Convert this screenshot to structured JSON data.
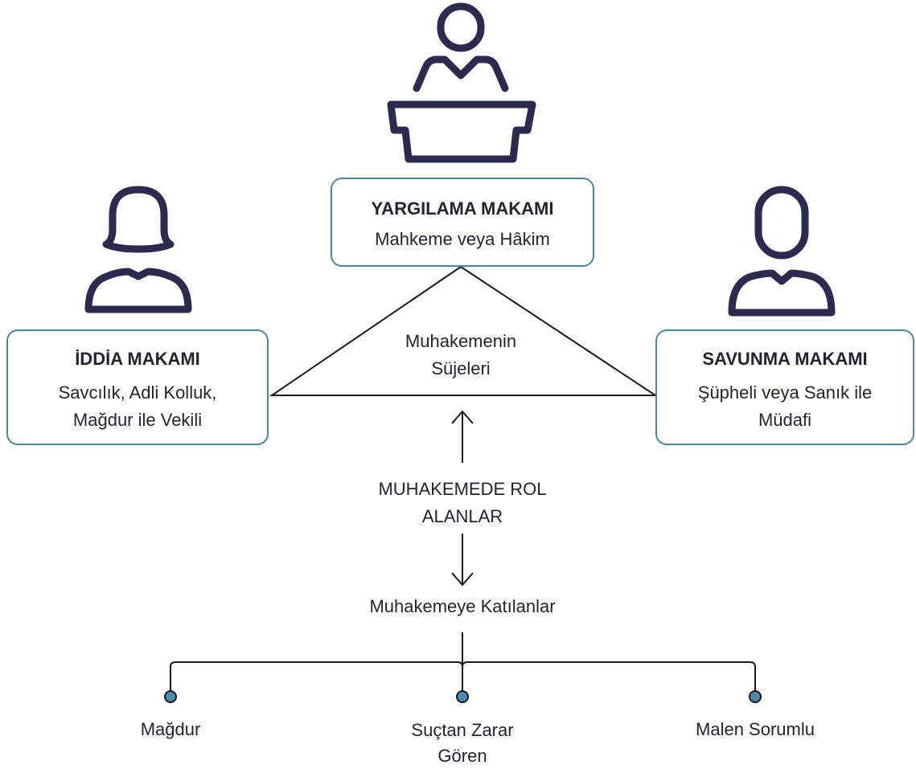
{
  "judge": {
    "title": "YARGILAMA MAKAMI",
    "desc": "Mahkeme veya Hâkim"
  },
  "prosecution": {
    "title": "İDDİA MAKAMI",
    "desc_line1": "Savcılık, Adli Kolluk,",
    "desc_line2": "Mağdur ile Vekili"
  },
  "defense": {
    "title": "SAVUNMA MAKAMI",
    "desc_line1": "Şüpheli veya Sanık ile",
    "desc_line2": "Müdafi"
  },
  "center": {
    "line1": "Muhakemenin",
    "line2": "Süjeleri"
  },
  "roles": {
    "line1": "MUHAKEMEDE ROL",
    "line2": "ALANLAR"
  },
  "participants": {
    "label": "Muhakemeye Katılanlar"
  },
  "leaves": {
    "victim": "Mağdur",
    "harmed_line1": "Suçtan Zarar",
    "harmed_line2": "Gören",
    "liable": "Malen Sorumlu"
  },
  "colors": {
    "icon": "#2b2a4f",
    "box_border": "#4a86a3",
    "dot": "#4d8ab0",
    "line": "#1a1a1a"
  },
  "icons": [
    "judge-podium-icon",
    "female-person-icon",
    "male-person-icon"
  ]
}
